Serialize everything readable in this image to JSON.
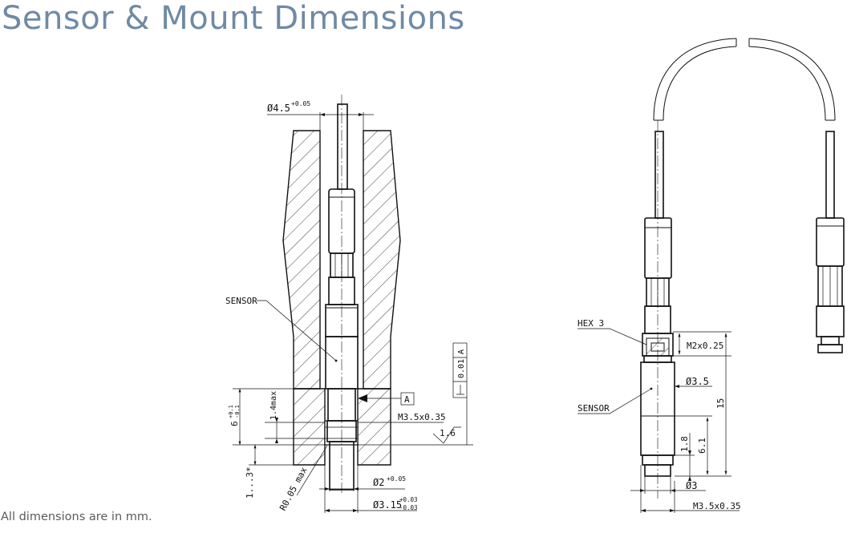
{
  "page": {
    "title": "Sensor & Mount Dimensions",
    "footnote": "All dimensions are in mm."
  },
  "colors": {
    "title": "#6f8aa4",
    "footnote": "#5b5b5b",
    "line": "#111111"
  },
  "mount_view": {
    "sensor_label": "SENSOR",
    "bore_diameter": "Ø4.5",
    "bore_tol": "+0.05",
    "datum_ref": "A",
    "flatness_value": "0.01",
    "flatness_datum": "A",
    "thread": "M3.5x0.35",
    "surface_roughness": "1.6",
    "length_dim": "6",
    "length_tol_upper": "+0.1",
    "length_tol_lower": "-0.1",
    "depth_max": "1.4max",
    "engage_dim": "1...3*",
    "radius": "R0.05 max",
    "small_diameter": "Ø2",
    "small_tol": "+0.05",
    "large_diameter": "Ø3.15",
    "large_tol_upper": "+0.03",
    "large_tol_lower": "-0.03"
  },
  "sensor_view": {
    "hex_label": "HEX 3",
    "sensor_label": "SENSOR",
    "top_thread": "M2x0.25",
    "body_diameter": "Ø3.5",
    "total_length": "15",
    "thread_length": "6.1",
    "tip_length": "1.8",
    "tip_diameter": "Ø3",
    "bottom_thread": "M3.5x0.35"
  }
}
